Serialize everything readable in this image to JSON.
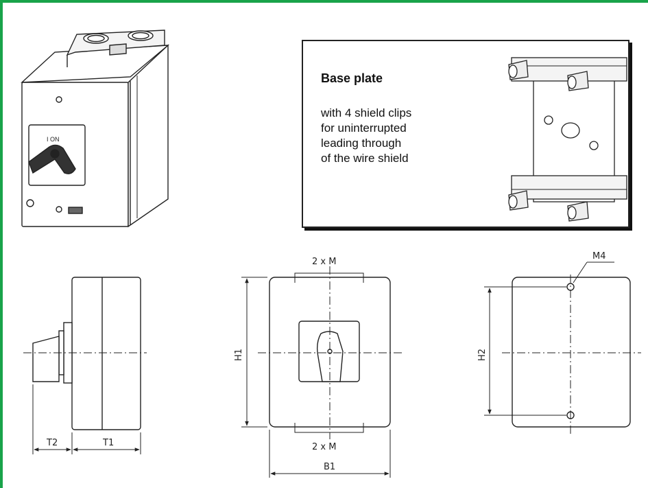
{
  "base_plate": {
    "title": "Base plate",
    "description_lines": [
      "with 4 shield clips",
      "for uninterrupted",
      "leading through",
      "of the wire shield"
    ]
  },
  "switch_handle": {
    "label": "I ON"
  },
  "side_view": {
    "dim_t2": "T2",
    "dim_t1": "T1"
  },
  "front_view": {
    "dim_top": "2 x M",
    "dim_bottom": "2 x M",
    "dim_h1": "H1",
    "dim_b1": "B1"
  },
  "back_view": {
    "dim_m4": "M4",
    "dim_h2": "H2"
  }
}
